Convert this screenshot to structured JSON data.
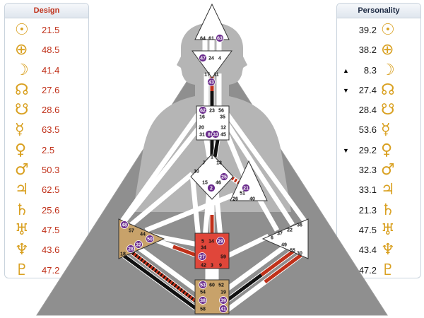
{
  "design": {
    "title": "Design",
    "rows": [
      {
        "planet": "sun",
        "glyph": "☉",
        "value": "21.5"
      },
      {
        "planet": "earth",
        "glyph": "⊕",
        "value": "48.5"
      },
      {
        "planet": "moon",
        "glyph": "☽",
        "value": "41.4"
      },
      {
        "planet": "north-node",
        "glyph": "☊",
        "value": "27.6"
      },
      {
        "planet": "south-node",
        "glyph": "☋",
        "value": "28.6"
      },
      {
        "planet": "mercury",
        "glyph": "☿",
        "value": "63.5"
      },
      {
        "planet": "venus",
        "glyph": "♀",
        "value": "2.5"
      },
      {
        "planet": "mars",
        "glyph": "♂",
        "value": "50.3"
      },
      {
        "planet": "jupiter",
        "glyph": "♃",
        "value": "62.5"
      },
      {
        "planet": "saturn",
        "glyph": "♄",
        "value": "25.6"
      },
      {
        "planet": "uranus",
        "glyph": "♅",
        "value": "47.5"
      },
      {
        "planet": "neptune",
        "glyph": "♆",
        "value": "43.6"
      },
      {
        "planet": "pluto",
        "glyph": "♇",
        "value": "47.2"
      }
    ]
  },
  "personality": {
    "title": "Personality",
    "rows": [
      {
        "planet": "sun",
        "glyph": "☉",
        "value": "39.2",
        "arrow": ""
      },
      {
        "planet": "earth",
        "glyph": "⊕",
        "value": "38.2",
        "arrow": ""
      },
      {
        "planet": "moon",
        "glyph": "☽",
        "value": "8.3",
        "arrow": "▲"
      },
      {
        "planet": "north-node",
        "glyph": "☊",
        "value": "27.4",
        "arrow": "▼"
      },
      {
        "planet": "south-node",
        "glyph": "☋",
        "value": "28.4",
        "arrow": ""
      },
      {
        "planet": "mercury",
        "glyph": "☿",
        "value": "53.6",
        "arrow": ""
      },
      {
        "planet": "venus",
        "glyph": "♀",
        "value": "29.2",
        "arrow": "▼"
      },
      {
        "planet": "mars",
        "glyph": "♂",
        "value": "32.3",
        "arrow": ""
      },
      {
        "planet": "jupiter",
        "glyph": "♃",
        "value": "33.1",
        "arrow": ""
      },
      {
        "planet": "saturn",
        "glyph": "♄",
        "value": "21.3",
        "arrow": ""
      },
      {
        "planet": "uranus",
        "glyph": "♅",
        "value": "47.5",
        "arrow": ""
      },
      {
        "planet": "neptune",
        "glyph": "♆",
        "value": "43.4",
        "arrow": ""
      },
      {
        "planet": "pluto",
        "glyph": "♇",
        "value": "47.2",
        "arrow": ""
      }
    ]
  },
  "colors": {
    "design_red": "#c0311a",
    "personality_black": "#111111",
    "glyph_gold": "#d9a020",
    "activated_gate": "#6a2b8c",
    "defined_root_sacral": "#c8a26a",
    "defined_sacral": "#e0463a",
    "silhouette": "#b5b5b5",
    "background_triangle": "#8f8f8f"
  },
  "bodygraph": {
    "centers": {
      "head": {
        "gates": [
          "64",
          "61",
          "63"
        ],
        "activated": [
          "63"
        ]
      },
      "ajna": {
        "gates": [
          "47",
          "24",
          "4",
          "17",
          "11",
          "43"
        ],
        "activated": [
          "47",
          "43"
        ]
      },
      "throat": {
        "gates": [
          "62",
          "23",
          "56",
          "16",
          "35",
          "20",
          "12",
          "31",
          "8",
          "33",
          "45"
        ],
        "activated": [
          "62",
          "8",
          "33"
        ]
      },
      "g": {
        "gates": [
          "1",
          "7",
          "13",
          "10",
          "25",
          "15",
          "2",
          "46"
        ],
        "activated": [
          "25",
          "2"
        ]
      },
      "heart": {
        "gates": [
          "21",
          "51",
          "26",
          "40"
        ],
        "activated": [
          "21"
        ]
      },
      "spleen": {
        "gates": [
          "48",
          "57",
          "44",
          "50",
          "32",
          "28",
          "18"
        ],
        "activated": [
          "48",
          "50",
          "32",
          "28"
        ]
      },
      "sacral": {
        "gates": [
          "5",
          "14",
          "29",
          "34",
          "27",
          "59",
          "42",
          "3",
          "9"
        ],
        "activated": [
          "29",
          "27"
        ]
      },
      "solar-plexus": {
        "gates": [
          "36",
          "37",
          "22",
          "6",
          "49",
          "55",
          "30"
        ],
        "activated": []
      },
      "root": {
        "gates": [
          "53",
          "60",
          "52",
          "54",
          "19",
          "38",
          "39",
          "58",
          "41"
        ],
        "activated": [
          "53",
          "38",
          "39",
          "41"
        ]
      }
    }
  }
}
